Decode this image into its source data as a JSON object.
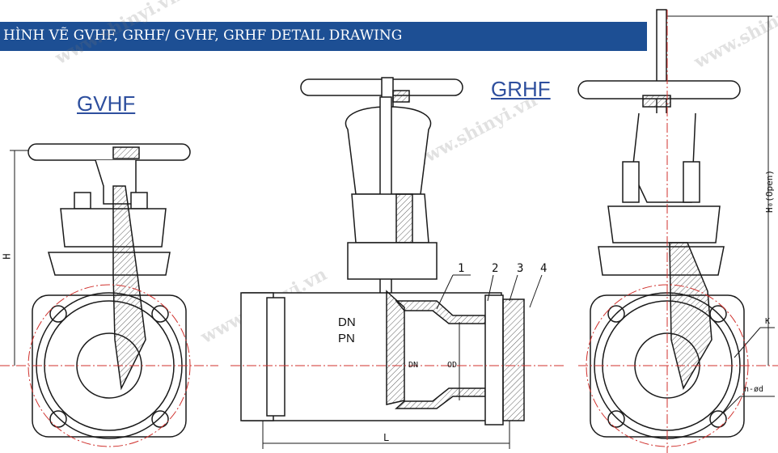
{
  "header": {
    "title": "HÌNH VẼ GVHF, GRHF/ GVHF, GRHF DETAIL DRAWING"
  },
  "labels": {
    "left_model": "GVHF",
    "right_model": "GRHF"
  },
  "dimensions": {
    "height": "H",
    "height_open": "H₀(Open)",
    "length": "L",
    "dn": "DN",
    "pn": "PN",
    "od": "OD",
    "k": "K",
    "bolt_holes": "n-ød"
  },
  "callouts": [
    "1",
    "2",
    "3",
    "4"
  ],
  "watermark": "www.shinyi.vn",
  "colors": {
    "header": "#1d4f94",
    "label": "#2e4f9e",
    "centerline": "#d0312d"
  }
}
